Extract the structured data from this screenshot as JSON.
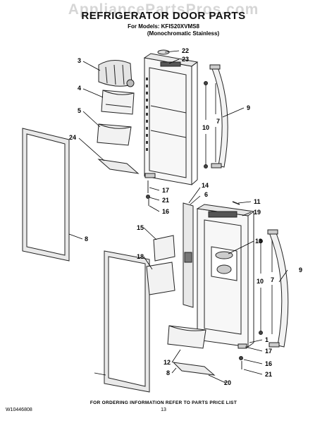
{
  "watermark": "AppliancePartsPros.com",
  "header": {
    "title": "REFRIGERATOR DOOR PARTS",
    "models_line": "For Models: KFIS20XVMS8",
    "models_sub": "(Monochromatic Stainless)"
  },
  "callouts": {
    "c1": "1",
    "c3": "3",
    "c4": "4",
    "c5": "5",
    "c6": "6",
    "c7a": "7",
    "c7b": "7",
    "c8a": "8",
    "c8b": "8",
    "c9a": "9",
    "c9b": "9",
    "c10a": "10",
    "c10b": "10",
    "c11": "11",
    "c12": "12",
    "c13": "13",
    "c14": "14",
    "c15": "15",
    "c16a": "16",
    "c16b": "16",
    "c17a": "17",
    "c17b": "17",
    "c18": "18",
    "c19": "19",
    "c20": "20",
    "c21a": "21",
    "c21b": "21",
    "c22": "22",
    "c23": "23",
    "c24": "24"
  },
  "footer": {
    "order_info": "FOR ORDERING INFORMATION REFER TO PARTS PRICE LIST",
    "doc_number": "W10446808",
    "page_number": "13"
  }
}
